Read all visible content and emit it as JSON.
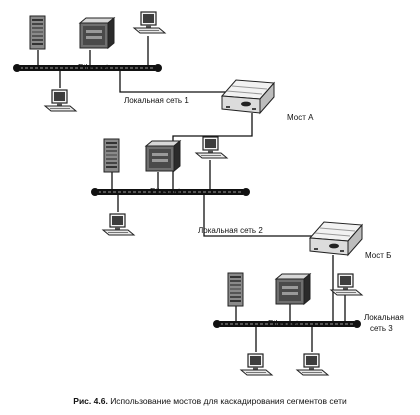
{
  "diagram": {
    "bridges": [
      {
        "label": "Мост А"
      },
      {
        "label": "Мост Б"
      }
    ],
    "networks": [
      {
        "label": "Локальная сеть 1"
      },
      {
        "label": "Локальная сеть 2"
      },
      {
        "label_line1": "Локальная",
        "label_line2": "сеть 3"
      }
    ],
    "bus_label": "Ethernet"
  },
  "caption": {
    "figure": "Рис. 4.6.",
    "text": "Использование мостов для каскадирования сегментов сети"
  }
}
